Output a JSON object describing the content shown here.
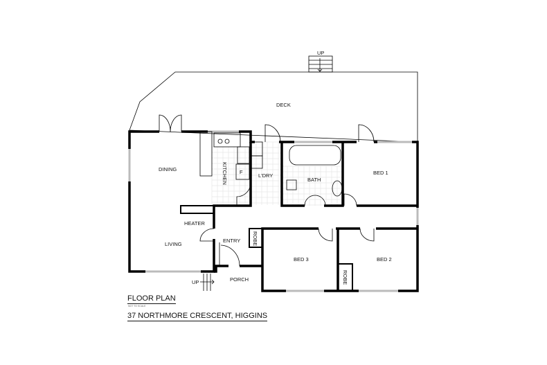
{
  "plan": {
    "title": "FLOOR PLAN",
    "scale_note": "NOT TO SCALE",
    "address": "37 NORTHMORE CRESCENT, HIGGINS"
  },
  "rooms": {
    "deck": "DECK",
    "dining": "DINING",
    "kitchen": "KITCHEN",
    "fridge": "F",
    "laundry": "L'DRY",
    "bath": "BATH",
    "bed1": "BED 1",
    "heater": "HEATER",
    "living": "LIVING",
    "entry": "ENTRY",
    "robe3": "ROBE",
    "bed3": "BED 3",
    "bed2": "BED 2",
    "robe2": "ROBE",
    "porch": "PORCH"
  },
  "stairs": {
    "deck_up": "UP",
    "porch_up": "UP"
  }
}
